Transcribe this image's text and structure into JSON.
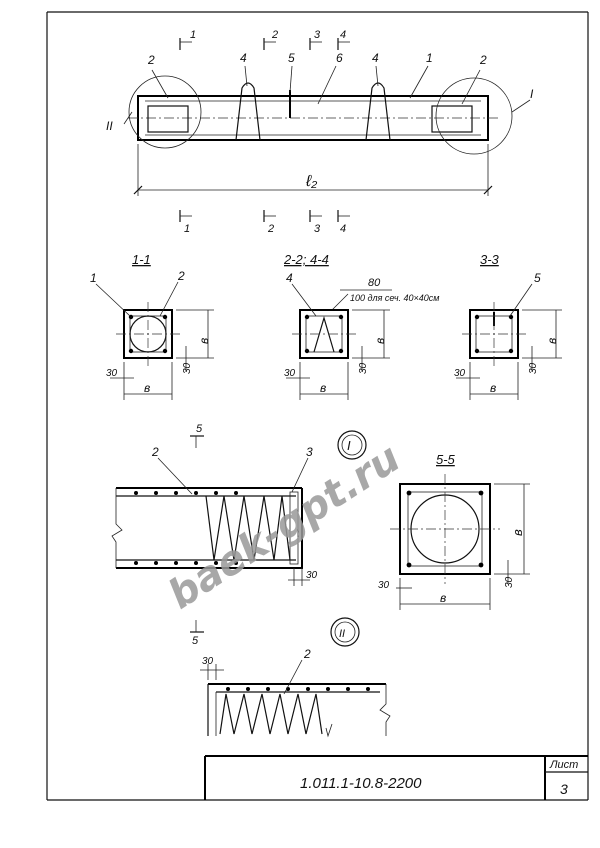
{
  "drawing": {
    "elevation": {
      "length_label": "ℓ₂",
      "cut_labels": [
        "1",
        "2",
        "3",
        "4"
      ],
      "callouts": [
        "2",
        "4",
        "5",
        "6",
        "4",
        "1",
        "2"
      ],
      "detail_right": "I",
      "detail_left": "II"
    },
    "section_1_1": {
      "title": "1-1",
      "callouts": [
        "1",
        "2"
      ],
      "dim_offset": "30",
      "width_label": "в",
      "height_label": "в"
    },
    "section_2_2": {
      "title": "2-2; 4-4",
      "callout": "4",
      "note_value": "80",
      "note_text": "100 для сеч. 40×40см",
      "dim_offset": "30",
      "width_label": "в",
      "height_label": "в"
    },
    "section_3_3": {
      "title": "3-3",
      "callout": "5",
      "dim_offset": "30",
      "width_label": "в",
      "height_label": "в"
    },
    "detail_I": {
      "marker": "I",
      "callouts": [
        "2",
        "3"
      ],
      "cut_label": "5",
      "dim_offset": "30"
    },
    "section_5_5": {
      "title": "5-5",
      "dim_offset": "30",
      "width_label": "в",
      "height_label": "в"
    },
    "detail_II": {
      "marker": "II",
      "callout": "2",
      "dim_offset": "30"
    }
  },
  "title_block": {
    "code": "1.011.1-10.8-2200",
    "sheet_label": "Лист",
    "sheet_number": "3"
  },
  "watermark": {
    "text": "baek-gpt.ru"
  }
}
